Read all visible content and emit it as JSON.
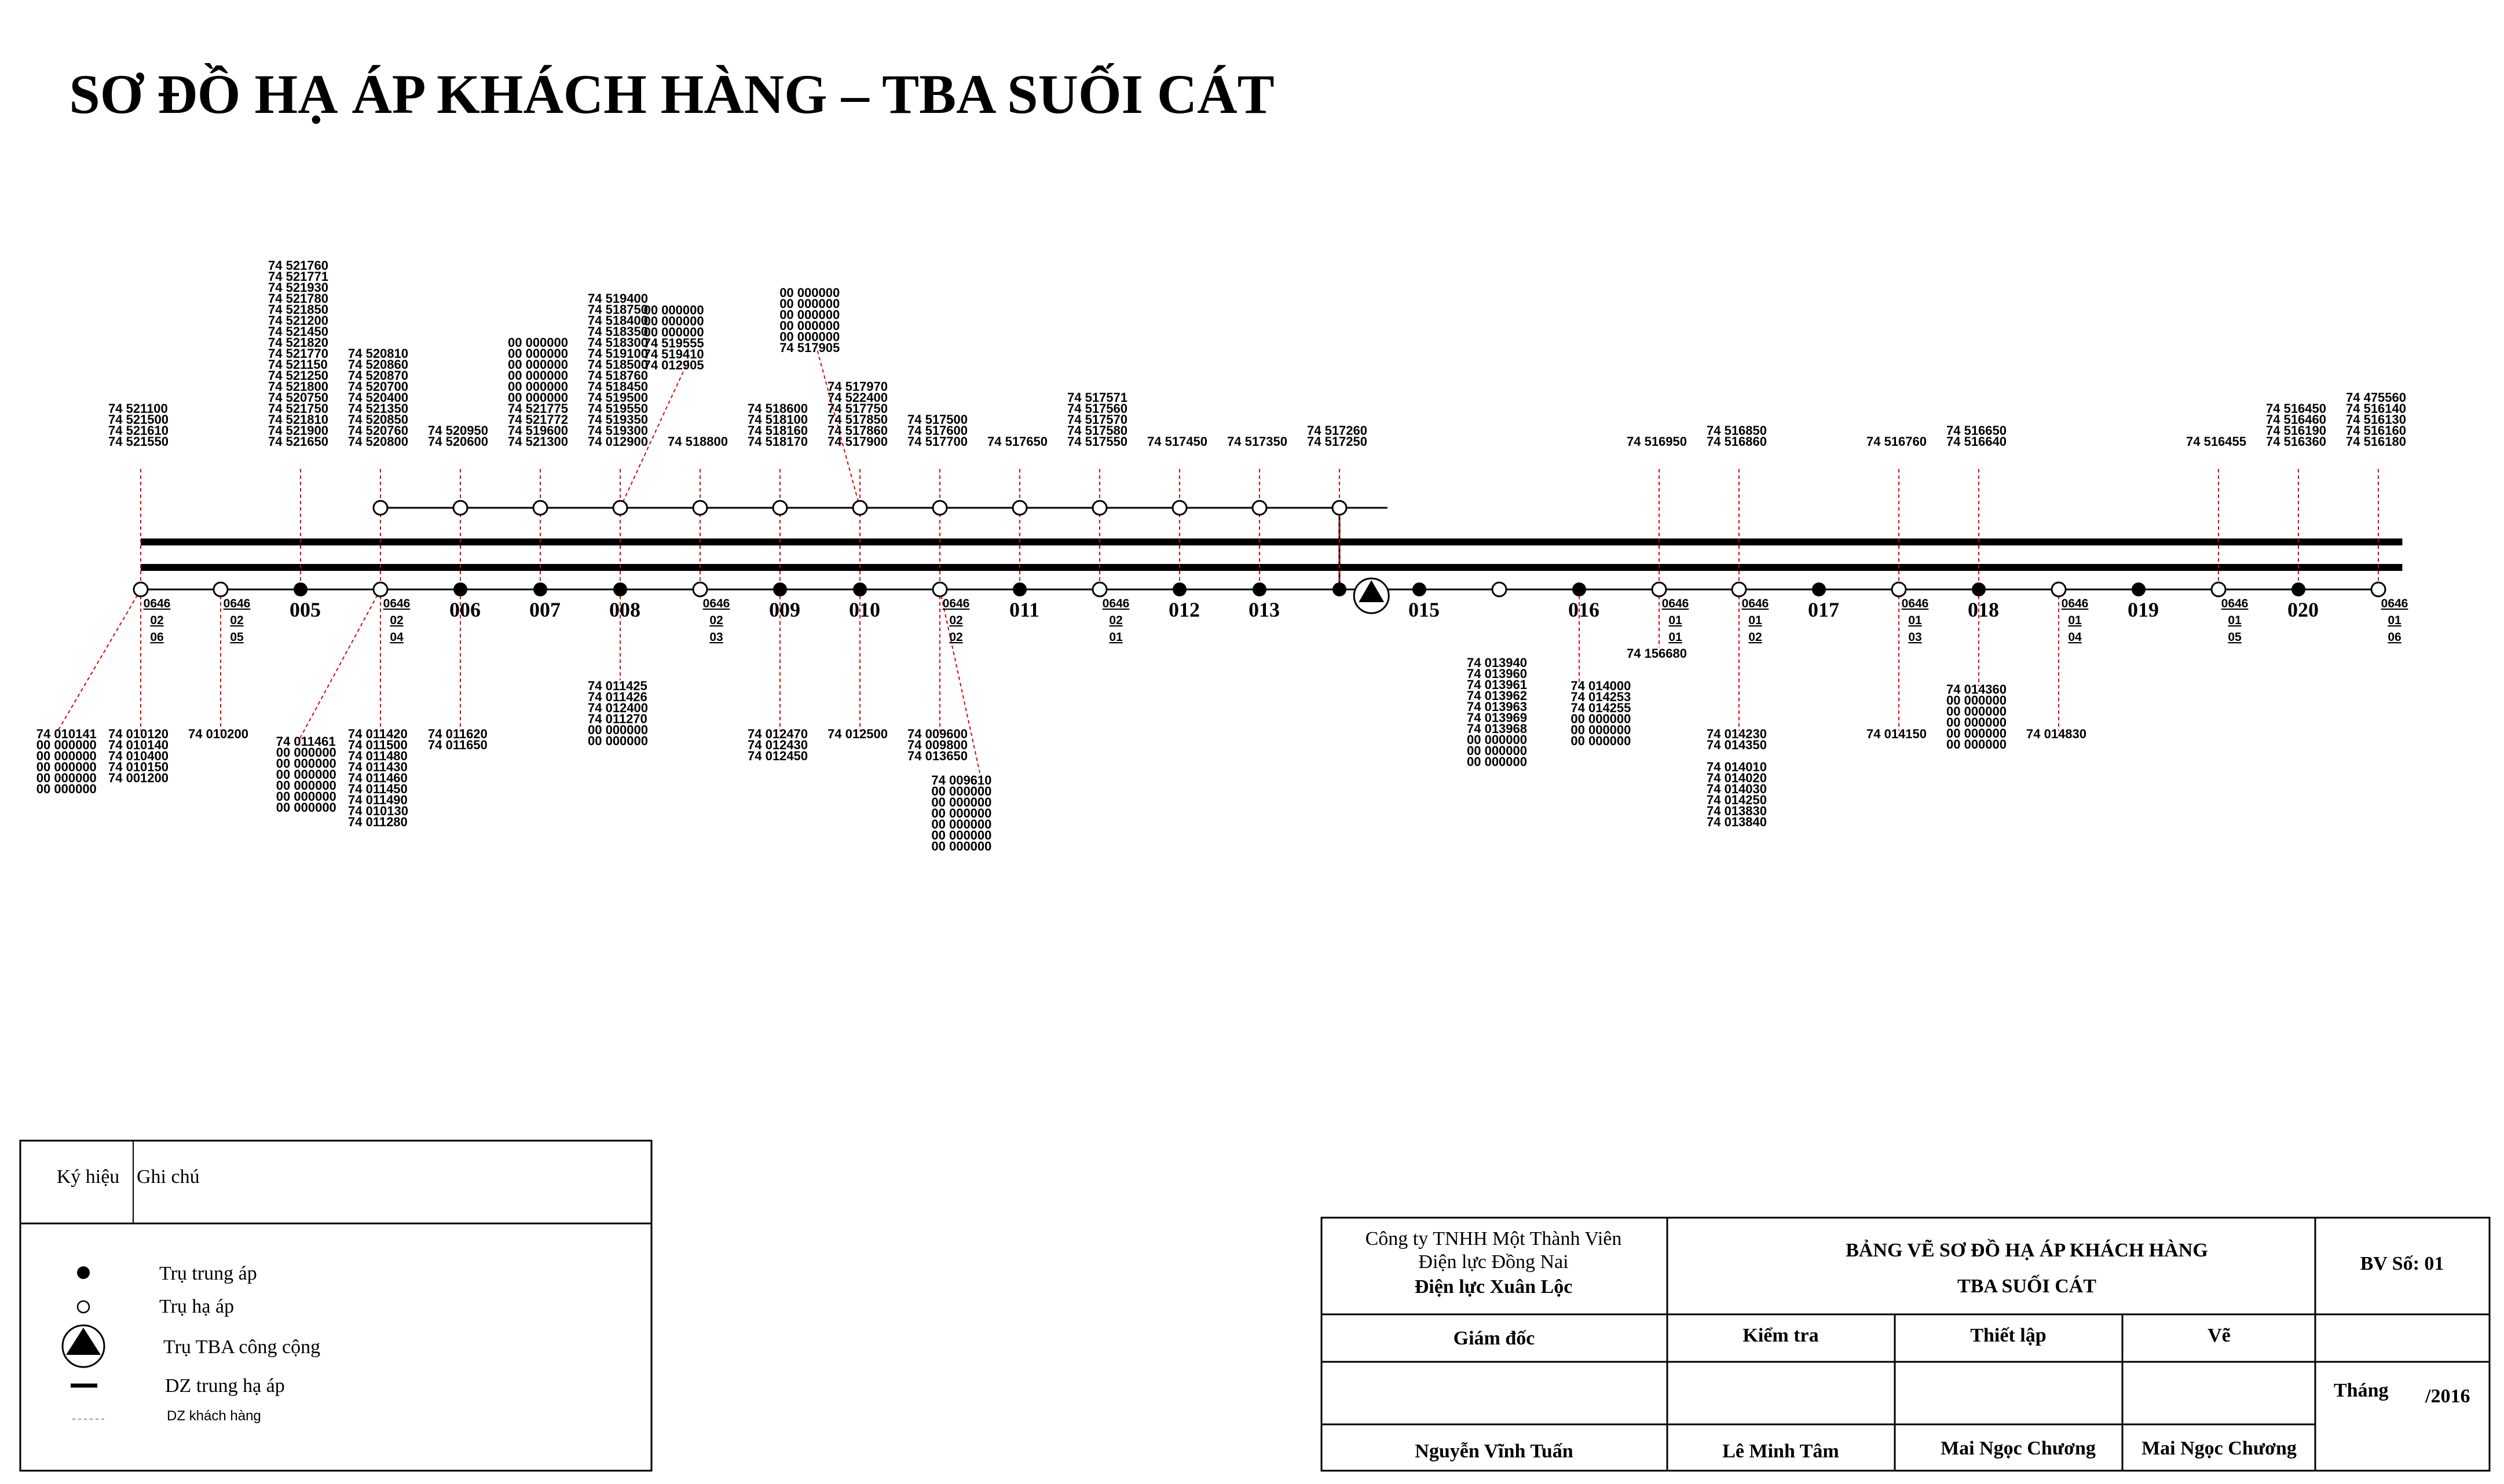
{
  "title": "SƠ ĐỒ HẠ ÁP KHÁCH HÀNG – TBA SUỐI CÁT",
  "colors": {
    "line": "#000000",
    "customer_line": "#e00000"
  },
  "top_poles": [
    {
      "col": 0,
      "lines": [
        "74 521100",
        "74 521500",
        "74 521610",
        "74 521550"
      ]
    },
    {
      "col": 2,
      "lines": [
        "74 521760",
        "74 521771",
        "74 521930",
        "74 521780",
        "74 521850",
        "74 521200",
        "74 521450",
        "74 521820",
        "74 521770",
        "74 521150",
        "74 521250",
        "74 521800",
        "74 520750",
        "74 521750",
        "74 521810",
        "74 521900",
        "74 521650"
      ]
    },
    {
      "col": 3,
      "lines": [
        "74 520810",
        "74 520860",
        "74 520870",
        "74 520700",
        "74 520400",
        "74 521350",
        "74 520850",
        "74 520760",
        "74 520800"
      ]
    },
    {
      "col": 4,
      "lines": [
        "74 520950",
        "74 520600"
      ]
    },
    {
      "col": 5,
      "lines": [
        "00 000000",
        "00 000000",
        "00 000000",
        "00 000000",
        "00 000000",
        "00 000000",
        "74 521775",
        "74 521772",
        "74 519600",
        "74 521300"
      ]
    },
    {
      "col": 6,
      "lines": [
        "74 519400",
        "74 518750",
        "74 518400",
        "74 518350",
        "74 518300",
        "74 519100",
        "74 518500",
        "74 518760",
        "74 518450",
        "74 519500",
        "74 519550",
        "74 519350",
        "74 519300",
        "74 012900"
      ]
    },
    {
      "col": 6.7,
      "lines": [
        "00 000000",
        "00 000000",
        "00 000000",
        "74 519555",
        "74 519410",
        "74 012905"
      ]
    },
    {
      "col": 7,
      "lines": [
        "74 518800"
      ]
    },
    {
      "col": 8,
      "lines": [
        "74 518600",
        "74 518100",
        "74 518160",
        "74 518170"
      ]
    },
    {
      "col": 8.4,
      "lines": [
        "00 000000",
        "00 000000",
        "00 000000",
        "00 000000",
        "00 000000",
        "74 517905"
      ]
    },
    {
      "col": 9,
      "lines": [
        "74 517970",
        "74 522400",
        "74 517750",
        "74 517850",
        "74 517860",
        "74 517900"
      ]
    },
    {
      "col": 10,
      "lines": [
        "74 517500",
        "74 517600",
        "74 517700"
      ]
    },
    {
      "col": 11,
      "lines": [
        "74 517650"
      ]
    },
    {
      "col": 12,
      "lines": [
        "74 517571",
        "74 517560",
        "74 517570",
        "74 517580",
        "74 517550"
      ]
    },
    {
      "col": 13,
      "lines": [
        "74 517450"
      ]
    },
    {
      "col": 14,
      "lines": [
        "74 517350"
      ]
    },
    {
      "col": 15,
      "lines": [
        "74 517260",
        "74 517250"
      ]
    },
    {
      "col": 19,
      "lines": [
        "74 516950"
      ]
    },
    {
      "col": 20,
      "lines": [
        "74 516850",
        "74 516860"
      ]
    },
    {
      "col": 22,
      "lines": [
        "74 516760"
      ]
    },
    {
      "col": 23,
      "lines": [
        "74 516650",
        "74 516640"
      ]
    },
    {
      "col": 26,
      "lines": [
        "74 516455"
      ]
    },
    {
      "col": 27,
      "lines": [
        "74 516450",
        "74 516460",
        "74 516190",
        "74 516360"
      ]
    },
    {
      "col": 28,
      "lines": [
        "74 475560",
        "74 516140",
        "74 516130",
        "74 516160",
        "74 516180"
      ]
    }
  ],
  "bottom_poles": [
    {
      "col": -0.9,
      "lines": [
        "74 010141",
        "00 000000",
        "00 000000",
        "00 000000",
        "00 000000",
        "00 000000"
      ]
    },
    {
      "col": 0,
      "lines": [
        "74 010120",
        "74 010140",
        "74 010400",
        "74 010150",
        "74 001200"
      ]
    },
    {
      "col": 1,
      "lines": [
        "74 010200"
      ]
    },
    {
      "col": 2.1,
      "lines": [
        "74 011461",
        "00 000000",
        "00 000000",
        "00 000000",
        "00 000000",
        "00 000000",
        "00 000000"
      ]
    },
    {
      "col": 3,
      "lines": [
        "74 011420",
        "74 011500",
        "74 011480",
        "74 011430",
        "74 011460",
        "74 011450",
        "74 011490",
        "74 010130",
        "74 011280"
      ]
    },
    {
      "col": 4,
      "lines": [
        "74 011620",
        "74 011650"
      ]
    },
    {
      "col": 6,
      "lines": [
        "74 011425",
        "74 011426",
        "74 012400",
        "74 011270",
        "00 000000",
        "00 000000"
      ]
    },
    {
      "col": 8,
      "lines": [
        "74 012470",
        "74 012430",
        "74 012450"
      ]
    },
    {
      "col": 9,
      "lines": [
        "74 012500"
      ]
    },
    {
      "col": 10,
      "lines": [
        "74 009600",
        "74 009800",
        "74 013650"
      ]
    },
    {
      "col": 10.3,
      "lines": [
        "74 009610",
        "00 000000",
        "00 000000",
        "00 000000",
        "00 000000",
        "00 000000",
        "00 000000"
      ]
    },
    {
      "col": 17,
      "lines": [
        "74 013940",
        "74 013960",
        "74 013961",
        "74 013962",
        "74 013963",
        "74 013969",
        "74 013968",
        "00 000000",
        "00 000000",
        "00 000000"
      ]
    },
    {
      "col": 18.3,
      "lines": [
        "74 014000",
        "74 014253",
        "74 014255",
        "00 000000",
        "00 000000",
        "00 000000"
      ]
    },
    {
      "col": 19,
      "lines": [
        "74 156680"
      ]
    },
    {
      "col": 20,
      "lines": [
        "74 014230",
        "74 014350",
        "",
        "74 014010",
        "74 014020",
        "74 014030",
        "74 014250",
        "74 013830",
        "74 013840"
      ]
    },
    {
      "col": 22,
      "lines": [
        "74 014150"
      ]
    },
    {
      "col": 23,
      "lines": [
        "74 014360",
        "00 000000",
        "00 000000",
        "00 000000",
        "00 000000",
        "00 000000"
      ]
    },
    {
      "col": 24,
      "lines": [
        "74 014830"
      ]
    }
  ],
  "pole_labels": [
    {
      "col": 2,
      "text": "005"
    },
    {
      "col": 4,
      "text": "006"
    },
    {
      "col": 5,
      "text": "007"
    },
    {
      "col": 6,
      "text": "008"
    },
    {
      "col": 8,
      "text": "009"
    },
    {
      "col": 9,
      "text": "010"
    },
    {
      "col": 11,
      "text": "011"
    },
    {
      "col": 13,
      "text": "012"
    },
    {
      "col": 14,
      "text": "013"
    },
    {
      "col": 16,
      "text": "015"
    },
    {
      "col": 18,
      "text": "016"
    },
    {
      "col": 21,
      "text": "017"
    },
    {
      "col": 23,
      "text": "018"
    },
    {
      "col": 25,
      "text": "019"
    },
    {
      "col": 27,
      "text": "020"
    }
  ],
  "stacked_labels": [
    {
      "col": 0,
      "lines": [
        "0646",
        "02",
        "06"
      ]
    },
    {
      "col": 1,
      "lines": [
        "0646",
        "02",
        "05"
      ]
    },
    {
      "col": 3,
      "lines": [
        "0646",
        "02",
        "04"
      ]
    },
    {
      "col": 7,
      "lines": [
        "0646",
        "02",
        "03"
      ]
    },
    {
      "col": 10,
      "lines": [
        "0646",
        "02",
        "02"
      ]
    },
    {
      "col": 12,
      "lines": [
        "0646",
        "02",
        "01"
      ]
    },
    {
      "col": 19,
      "lines": [
        "0646",
        "01",
        "01"
      ]
    },
    {
      "col": 20,
      "lines": [
        "0646",
        "01",
        "02"
      ]
    },
    {
      "col": 22,
      "lines": [
        "0646",
        "01",
        "03"
      ]
    },
    {
      "col": 24,
      "lines": [
        "0646",
        "01",
        "04"
      ]
    },
    {
      "col": 26,
      "lines": [
        "0646",
        "01",
        "05"
      ]
    },
    {
      "col": 28,
      "lines": [
        "0646",
        "01",
        "06"
      ]
    }
  ],
  "legend": {
    "col_symbol": "Ký hiệu",
    "col_note": "Ghi chú",
    "items": [
      {
        "symbol": "filled-circle",
        "label": "Trụ trung áp"
      },
      {
        "symbol": "open-circle",
        "label": "Trụ hạ áp"
      },
      {
        "symbol": "tba-triangle",
        "label": "Trụ TBA công cộng"
      },
      {
        "symbol": "thick-line",
        "label": "DZ trung hạ áp"
      },
      {
        "symbol": "dashed-line",
        "label": "DZ khách hàng"
      }
    ]
  },
  "title_block": {
    "company": [
      "Công ty TNHH Một Thành Viên",
      "Điện lực Đồng Nai",
      "Điện lực Xuân Lộc"
    ],
    "drawing_title": [
      "BẢNG VẼ SƠ ĐỒ HẠ ÁP KHÁCH HÀNG",
      "TBA SUỐI CÁT"
    ],
    "drawing_no": "BV Số: 01",
    "roles": [
      "Giám đốc",
      "Kiểm tra",
      "Thiết lập",
      "Vẽ"
    ],
    "names": [
      "Nguyễn Vĩnh Tuấn",
      "Lê Minh Tâm",
      "Mai Ngọc Chương",
      "Mai Ngọc Chương"
    ],
    "date_label": "Tháng",
    "date_value": "/2016"
  }
}
